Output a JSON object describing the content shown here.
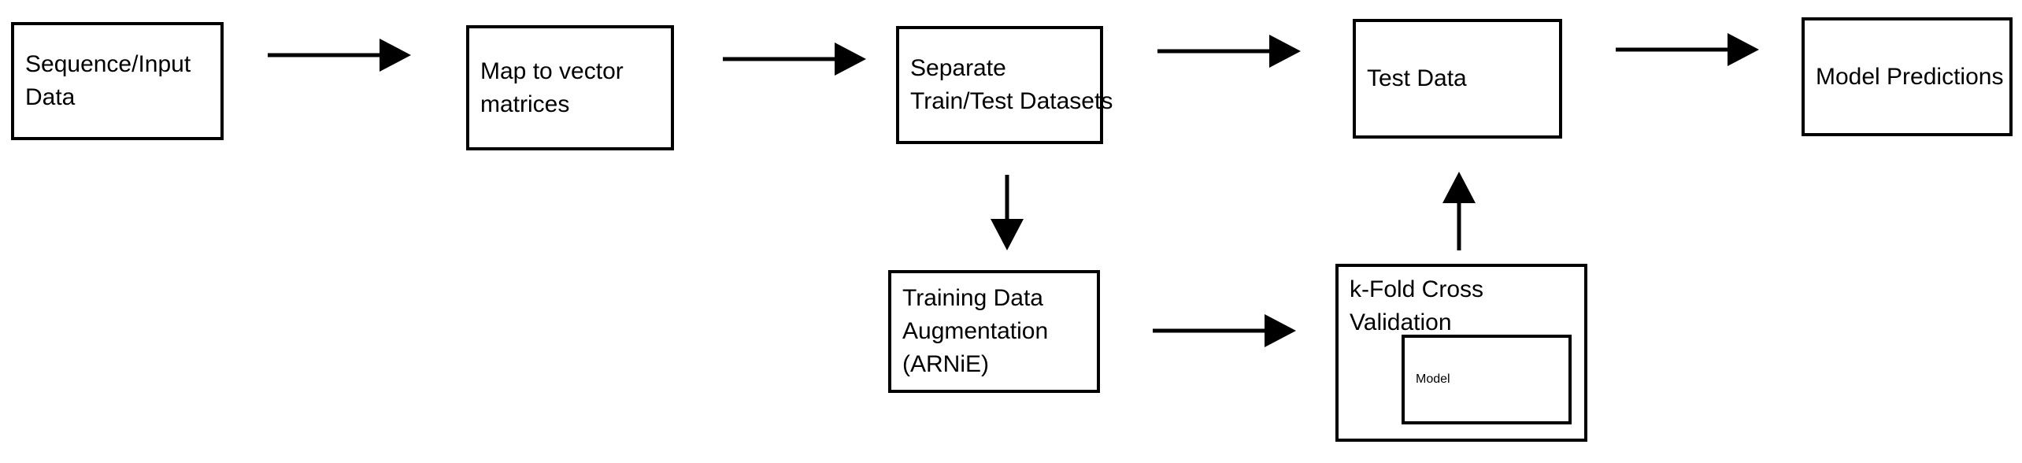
{
  "diagram": {
    "title": "Machine learning pipeline flowchart",
    "background_color": "#ffffff",
    "stroke_color": "#000000",
    "nodes": [
      {
        "id": "sequence-input",
        "label": "Sequence/Input\nData"
      },
      {
        "id": "map-vector",
        "label": "Map to vector\nmatrices"
      },
      {
        "id": "separate-data",
        "label": "Separate\nTrain/Test Datasets"
      },
      {
        "id": "test-data",
        "label": "Test Data"
      },
      {
        "id": "model-predictions",
        "label": "Model Predictions"
      },
      {
        "id": "training-aug",
        "label": "Training Data\nAugmentation\n(ARNiE)"
      },
      {
        "id": "kfold",
        "label": "k-Fold Cross\nValidation"
      },
      {
        "id": "model-inner",
        "label": "Model"
      }
    ],
    "edges": [
      {
        "id": "seq-to-map",
        "from": "sequence-input",
        "to": "map-vector",
        "direction": "right"
      },
      {
        "id": "map-to-separate",
        "from": "map-vector",
        "to": "separate-data",
        "direction": "right"
      },
      {
        "id": "separate-to-test",
        "from": "separate-data",
        "to": "test-data",
        "direction": "right"
      },
      {
        "id": "test-to-preds",
        "from": "test-data",
        "to": "model-predictions",
        "direction": "right"
      },
      {
        "id": "separate-down",
        "from": "separate-data",
        "to": "training-aug",
        "direction": "down"
      },
      {
        "id": "aug-to-kfold",
        "from": "training-aug",
        "to": "kfold",
        "direction": "right"
      },
      {
        "id": "kfold-up",
        "from": "kfold",
        "to": "test-data",
        "direction": "up"
      }
    ]
  }
}
